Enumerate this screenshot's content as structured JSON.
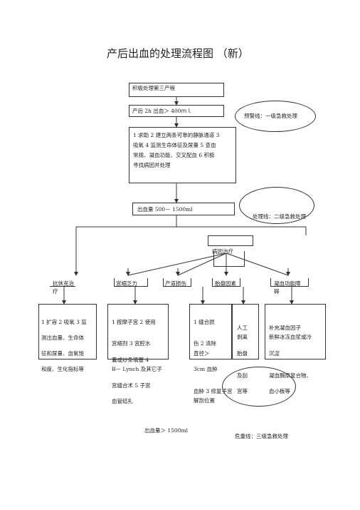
{
  "title": "产后出血的处理流程图 （新）",
  "steps": {
    "s1": "积极处理第三产程",
    "s2": "产后 2h 出血＞ 400ｍｌ",
    "s3_lines": [
      "1 求助 2 建立两条可靠的静脉通道 3",
      "吸氧 4 监测生命体征及尿量 5 查血",
      "常规、凝血功能、交叉配血 6 积极",
      "寻找病因并处理"
    ],
    "s4": "出血量 500－ 1500ml",
    "cause": "病因治疗",
    "final_amount": "出血量＞ 1500ml"
  },
  "alerts": {
    "warning": "预警线：一级急救处理",
    "handling": "处理线：二级急救处理",
    "critical": "危重线：三级急救处理"
  },
  "branches": {
    "b1_lines": [
      "抗休克治",
      "疗"
    ],
    "b2": "宫缩乏力",
    "b3": "产道损伤",
    "b4": "胎盘因素",
    "b5_lines": [
      "凝血功能障",
      "碍"
    ]
  },
  "details": {
    "d1_lines": [
      "1 扩容 2 吸氧 3 监",
      "测出血量、生命体",
      "征和尿量、血氧饱",
      "和度、生化指标等"
    ],
    "d2_lines": [
      "1 按摩子宫  2 使用",
      "宫缩剂   3 宫腔水",
      "囊或纱条填塞    4",
      "B－ Lynch 及其它子",
      "宫缝合术   5 子宫",
      "血管结扎"
    ],
    "d3_lines": [
      "1 缝合损",
      "伤 2 清除",
      "血肿 3 修复子宫",
      "解剖位置"
    ],
    "d3_hidden": [
      "直径＞",
      "3cm 血肿"
    ],
    "d4_lines": [
      "人工",
      "剥离",
      "胎盘",
      "及刮",
      "宫等"
    ],
    "d5_lines": [
      "补充凝血因子",
      "新鲜冰冻血浆或冷",
      "沉淀",
      "凝血酶原复合物、",
      "血小板等"
    ]
  }
}
